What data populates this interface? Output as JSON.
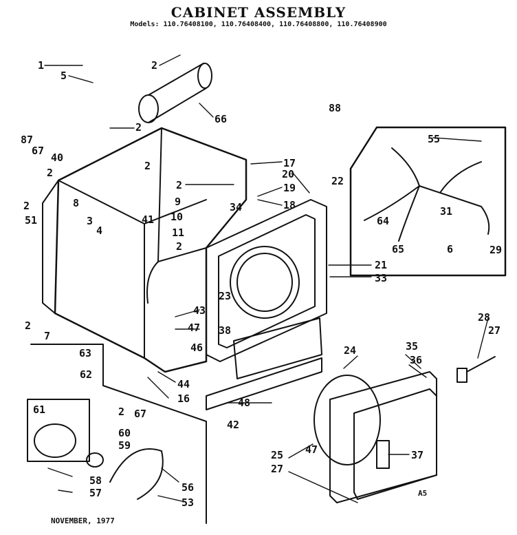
{
  "header": {
    "title": "CABINET ASSEMBLY",
    "models": "Models: 110.76408100, 110.76408400, 110.76408800, 110.76408900"
  },
  "footer": {
    "date": "NOVEMBER,  1977",
    "code": "A5"
  },
  "callouts": [
    {
      "id": "c1",
      "text": "1"
    },
    {
      "id": "c5",
      "text": "5"
    },
    {
      "id": "c2a",
      "text": "2"
    },
    {
      "id": "c66",
      "text": "66"
    },
    {
      "id": "c2b",
      "text": "2"
    },
    {
      "id": "c87",
      "text": "87"
    },
    {
      "id": "c67a",
      "text": "67"
    },
    {
      "id": "c40",
      "text": "40"
    },
    {
      "id": "c2c",
      "text": "2"
    },
    {
      "id": "c2d",
      "text": "2"
    },
    {
      "id": "c51",
      "text": "51"
    },
    {
      "id": "c8",
      "text": "8"
    },
    {
      "id": "c2e",
      "text": "2"
    },
    {
      "id": "c3",
      "text": "3"
    },
    {
      "id": "c4",
      "text": "4"
    },
    {
      "id": "c41",
      "text": "41"
    },
    {
      "id": "c88",
      "text": "88"
    },
    {
      "id": "c17",
      "text": "17"
    },
    {
      "id": "c20",
      "text": "20"
    },
    {
      "id": "c22",
      "text": "22"
    },
    {
      "id": "c2f",
      "text": "2"
    },
    {
      "id": "c19",
      "text": "19"
    },
    {
      "id": "c9",
      "text": "9"
    },
    {
      "id": "c18",
      "text": "18"
    },
    {
      "id": "c10",
      "text": "10"
    },
    {
      "id": "c34",
      "text": "34"
    },
    {
      "id": "c11",
      "text": "11"
    },
    {
      "id": "c2g",
      "text": "2"
    },
    {
      "id": "c55",
      "text": "55"
    },
    {
      "id": "c31",
      "text": "31"
    },
    {
      "id": "c64",
      "text": "64"
    },
    {
      "id": "c65",
      "text": "65"
    },
    {
      "id": "c6",
      "text": "6"
    },
    {
      "id": "c29",
      "text": "29"
    },
    {
      "id": "c21",
      "text": "21"
    },
    {
      "id": "c33",
      "text": "33"
    },
    {
      "id": "c23",
      "text": "23"
    },
    {
      "id": "c43",
      "text": "43"
    },
    {
      "id": "c38",
      "text": "38"
    },
    {
      "id": "c47a",
      "text": "47"
    },
    {
      "id": "c2h",
      "text": "2"
    },
    {
      "id": "c7",
      "text": "7"
    },
    {
      "id": "c46",
      "text": "46"
    },
    {
      "id": "c44",
      "text": "44"
    },
    {
      "id": "c16",
      "text": "16"
    },
    {
      "id": "c63",
      "text": "63"
    },
    {
      "id": "c62",
      "text": "62"
    },
    {
      "id": "c61",
      "text": "61"
    },
    {
      "id": "c2i",
      "text": "2"
    },
    {
      "id": "c67b",
      "text": "67"
    },
    {
      "id": "c60",
      "text": "60"
    },
    {
      "id": "c59",
      "text": "59"
    },
    {
      "id": "c58",
      "text": "58"
    },
    {
      "id": "c57",
      "text": "57"
    },
    {
      "id": "c56",
      "text": "56"
    },
    {
      "id": "c53",
      "text": "53"
    },
    {
      "id": "c48",
      "text": "48"
    },
    {
      "id": "c42",
      "text": "42"
    },
    {
      "id": "c24",
      "text": "24"
    },
    {
      "id": "c35",
      "text": "35"
    },
    {
      "id": "c36",
      "text": "36"
    },
    {
      "id": "c28",
      "text": "28"
    },
    {
      "id": "c27a",
      "text": "27"
    },
    {
      "id": "c37",
      "text": "37"
    },
    {
      "id": "c25",
      "text": "25"
    },
    {
      "id": "c47b",
      "text": "47"
    },
    {
      "id": "c27b",
      "text": "27"
    }
  ]
}
